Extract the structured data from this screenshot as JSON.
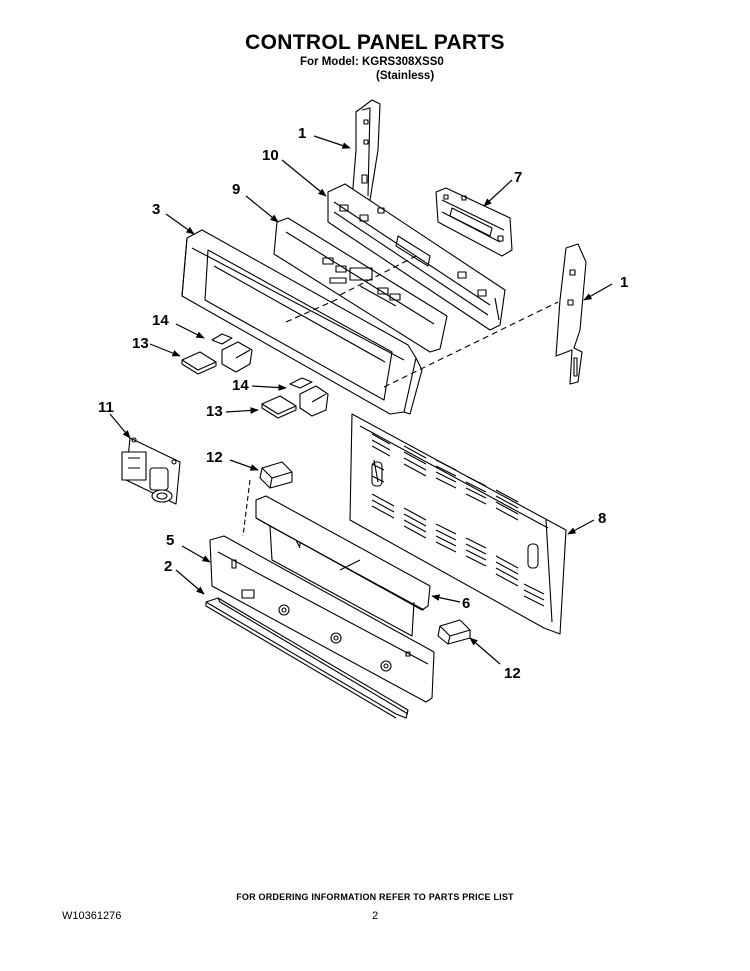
{
  "header": {
    "title": "CONTROL PANEL PARTS",
    "model_line": "For Model: KGRS308XSS0",
    "finish_line": "(Stainless)"
  },
  "callouts": {
    "c1_top": "1",
    "c10": "10",
    "c7": "7",
    "c9": "9",
    "c3": "3",
    "c1_right": "1",
    "c14_a": "14",
    "c13_a": "13",
    "c14_b": "14",
    "c13_b": "13",
    "c11": "11",
    "c12_a": "12",
    "c8": "8",
    "c5": "5",
    "c2": "2",
    "c6": "6",
    "c12_b": "12"
  },
  "footer": {
    "ordering_note": "FOR ORDERING INFORMATION REFER TO PARTS PRICE LIST",
    "doc_number": "W10361276",
    "page_number": "2"
  }
}
